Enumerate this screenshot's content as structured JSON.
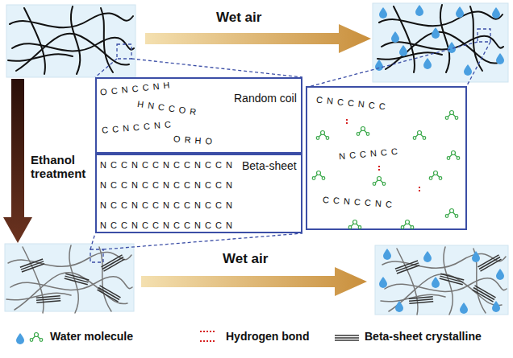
{
  "diagram": {
    "nodes": [
      {
        "text": [
          "Random coil"
        ]
      },
      {
        "text": [
          "Beta-sheet"
        ]
      }
    ],
    "labels": [
      "Wet air",
      "Ethanol treatment",
      "Wet air",
      "O C N C C N H",
      "H N C C O R",
      "C C N C C N C",
      "O R H O",
      "N C C N C C N C C N C C N",
      "N C C N C C N C C N C C N",
      "N C C N C C N C C N C C N",
      "N C C N C C N C C N C C N",
      "C N C C N C C",
      "N C C N C C",
      "C C N C C N C"
    ],
    "legend": [
      {
        "text": "Water molecule"
      },
      {
        "text": "Hydrogen bond"
      },
      {
        "text": "Beta-sheet crystalline"
      }
    ]
  }
}
